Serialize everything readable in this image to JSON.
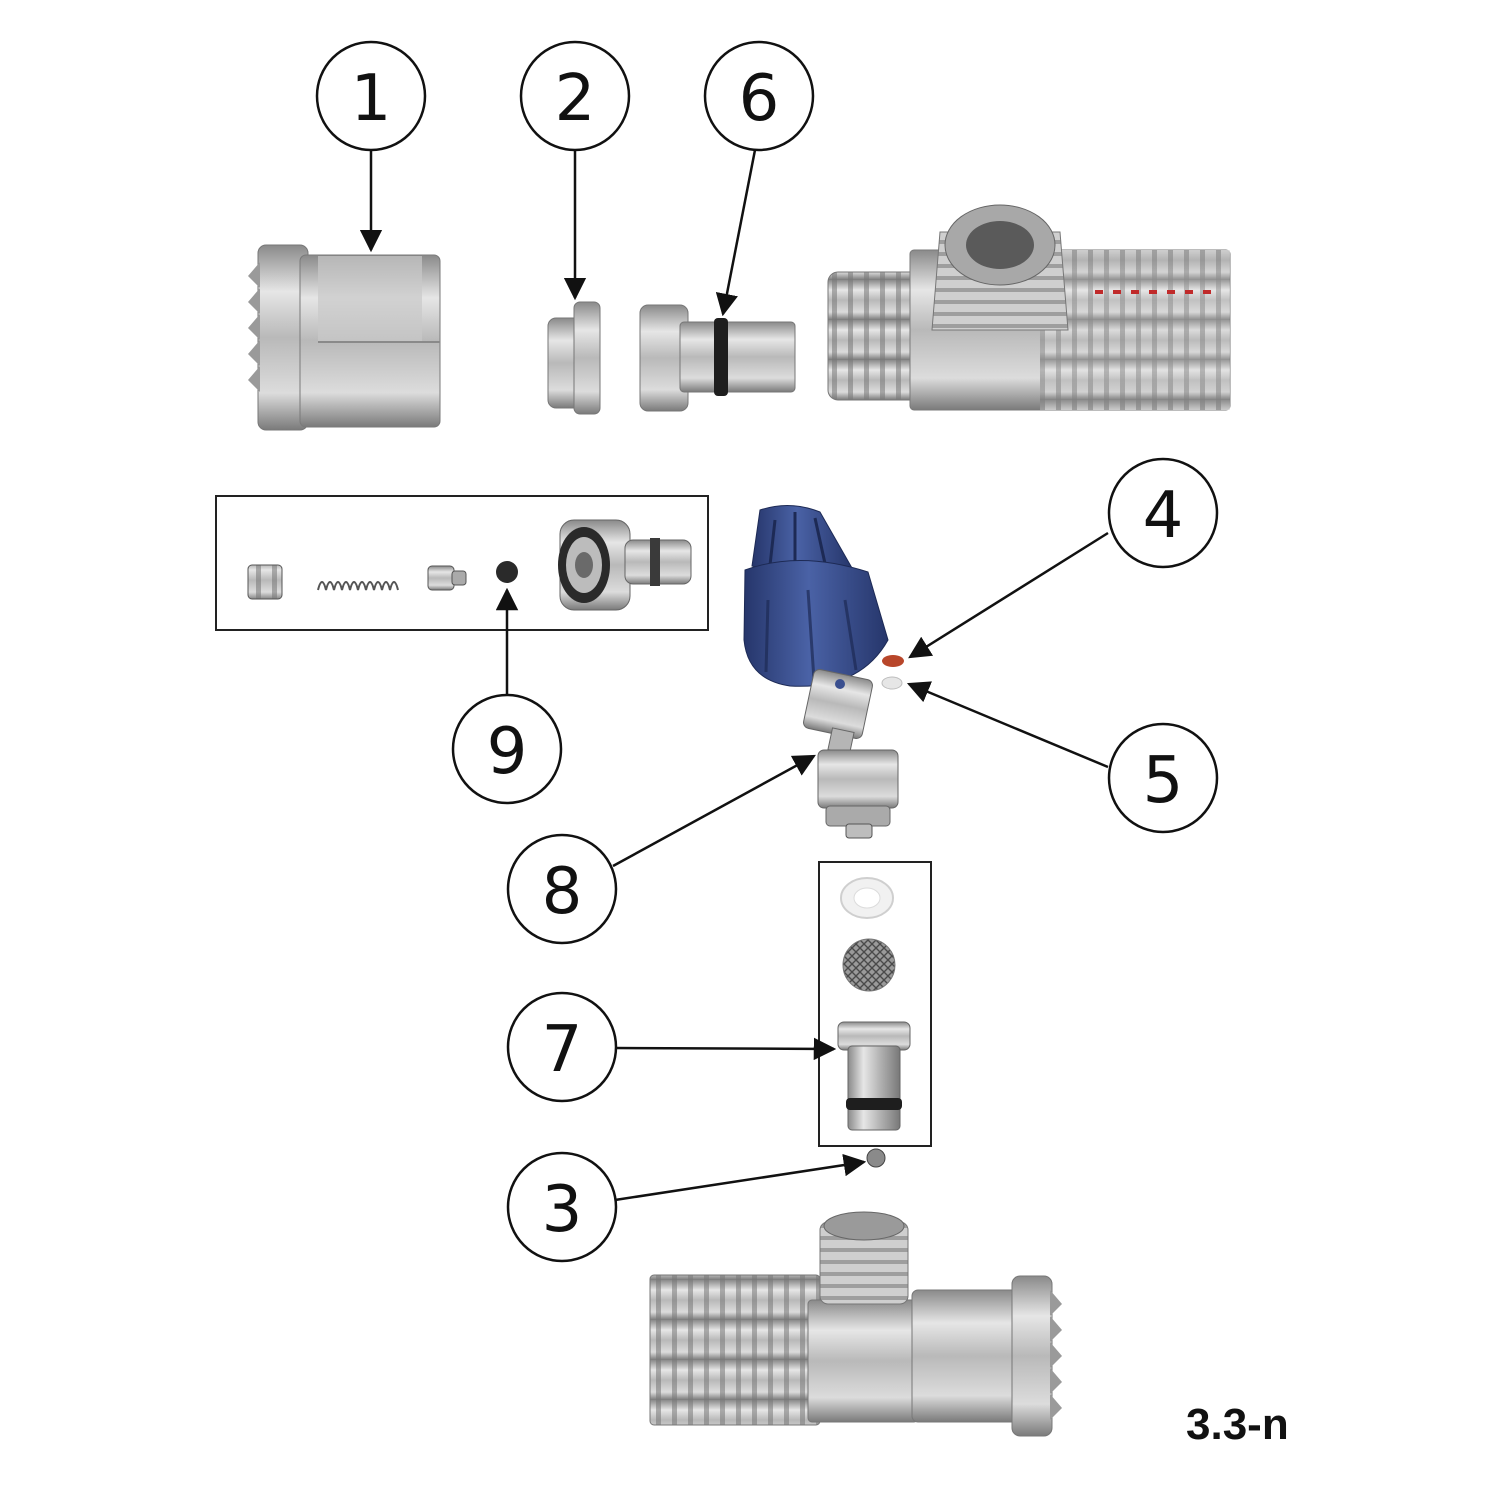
{
  "figure": {
    "label": "3.3-n"
  },
  "callouts": [
    {
      "id": "1",
      "part": "nozzle-nut"
    },
    {
      "id": "2",
      "part": "seal-ring"
    },
    {
      "id": "3",
      "part": "steel-ball"
    },
    {
      "id": "4",
      "part": "red-seal-washer"
    },
    {
      "id": "5",
      "part": "white-seal-washer"
    },
    {
      "id": "6",
      "part": "valve-insert"
    },
    {
      "id": "7",
      "part": "filter-insert"
    },
    {
      "id": "8",
      "part": "swivel-connector"
    },
    {
      "id": "9",
      "part": "check-valve-kit"
    }
  ],
  "colors": {
    "steel_light": "#e3e3e3",
    "steel_mid": "#b4b4b4",
    "steel_dark": "#6e6e6e",
    "knob_blue": "#3a4f8f",
    "knob_blue_dark": "#26366b",
    "seal_red": "#b8462a",
    "oring_black": "#1e1e1e",
    "line": "#111111"
  }
}
